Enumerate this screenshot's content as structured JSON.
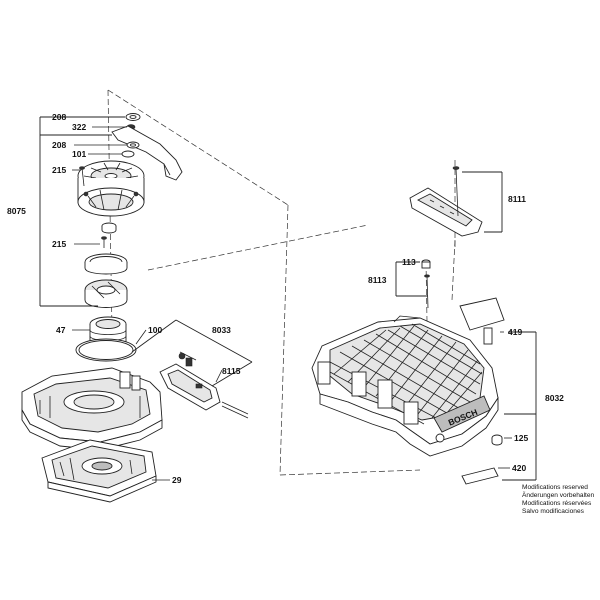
{
  "labels": {
    "l208a": "208",
    "l322": "322",
    "l208b": "208",
    "l101": "101",
    "l215a": "215",
    "l8075": "8075",
    "l215b": "215",
    "l47": "47",
    "l100": "100",
    "l8033": "8033",
    "l8115": "8115",
    "l29": "29",
    "l8111": "8111",
    "l113": "113",
    "l8113": "8113",
    "l419": "419",
    "l8032": "8032",
    "l125": "125",
    "l420": "420"
  },
  "notice": {
    "line1": "Modifications reserved",
    "line2": "Änderungen vorbehalten",
    "line3": "Modifications réservées",
    "line4": "Salvo modificaciones"
  },
  "brand_mark": "BOSCH"
}
